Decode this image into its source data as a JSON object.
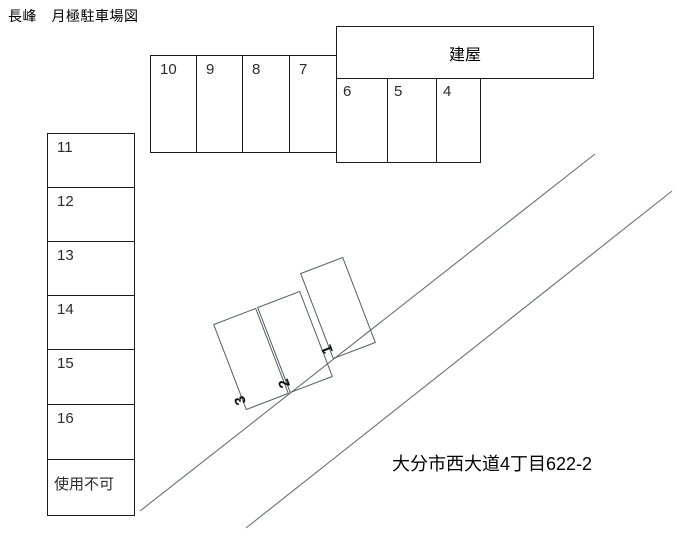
{
  "title": "長峰　月極駐車場図",
  "address": "大分市西大道4丁目622-2",
  "building": {
    "label": "建屋"
  },
  "top_row": {
    "name": "upper-stall-row",
    "stalls": [
      {
        "label": "10"
      },
      {
        "label": "9"
      },
      {
        "label": "8"
      },
      {
        "label": "7"
      }
    ]
  },
  "building_row": {
    "name": "building-stall-row",
    "stalls": [
      {
        "label": "6"
      },
      {
        "label": "5"
      },
      {
        "label": "4"
      }
    ]
  },
  "left_column": {
    "name": "left-stall-column",
    "stalls": [
      {
        "label": "11"
      },
      {
        "label": "12"
      },
      {
        "label": "13"
      },
      {
        "label": "14"
      },
      {
        "label": "15"
      },
      {
        "label": "16"
      },
      {
        "label": "使用不可"
      }
    ]
  },
  "angled_stalls": {
    "name": "angled-stall-group",
    "stalls": [
      {
        "label": "1"
      },
      {
        "label": "2"
      },
      {
        "label": "3"
      }
    ]
  },
  "colors": {
    "line": "#1a1a1a",
    "angled_line": "#555a5f",
    "road_line": "#6b6f74",
    "text": "#000000",
    "stall_text": "#2b2b2b",
    "background": "#ffffff"
  }
}
